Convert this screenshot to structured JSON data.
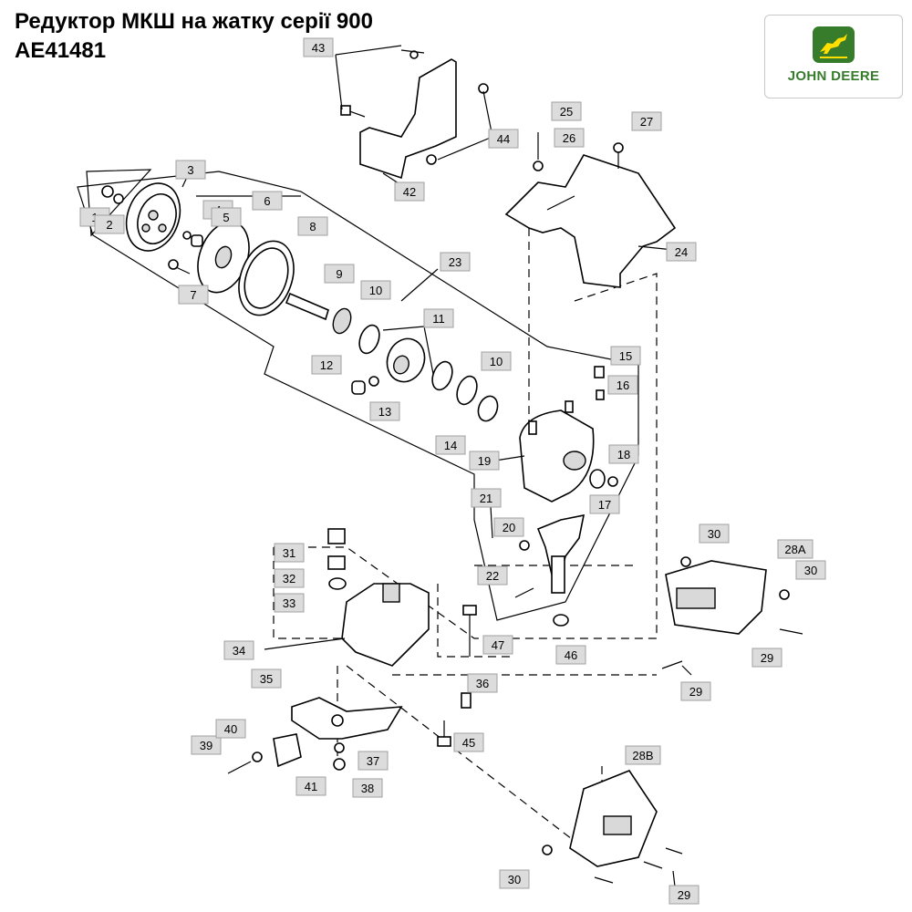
{
  "title": {
    "line1": "Редуктор МКШ на жатку серії 900",
    "line2": "AE41481"
  },
  "logo": {
    "brand": "JOHN DEERE",
    "icon": "deer-icon",
    "colors": {
      "green": "#367c2b",
      "yellow": "#ffde00"
    }
  },
  "callouts": [
    "1",
    "2",
    "3",
    "4",
    "5",
    "6",
    "7",
    "8",
    "9",
    "10",
    "10",
    "11",
    "12",
    "13",
    "14",
    "15",
    "16",
    "17",
    "18",
    "19",
    "20",
    "21",
    "22",
    "23",
    "24",
    "25",
    "26",
    "27",
    "28A",
    "28B",
    "29",
    "29",
    "29",
    "30",
    "30",
    "30",
    "31",
    "32",
    "33",
    "34",
    "35",
    "36",
    "37",
    "38",
    "39",
    "40",
    "41",
    "42",
    "43",
    "44",
    "45",
    "46",
    "47"
  ]
}
